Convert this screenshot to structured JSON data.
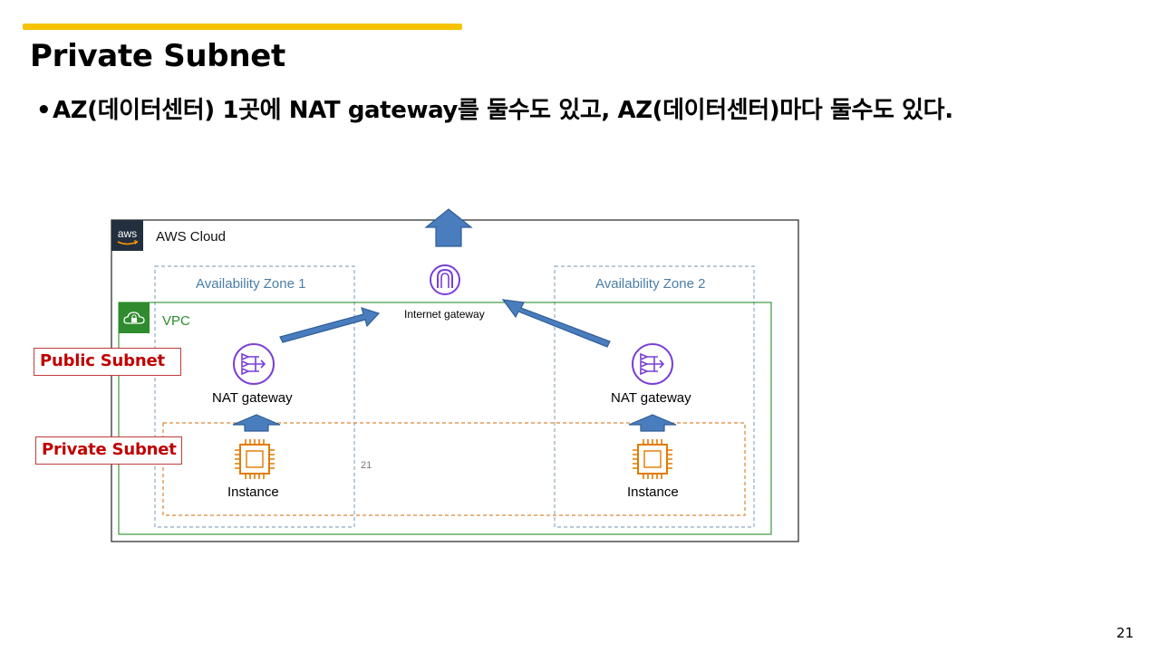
{
  "slide": {
    "title": "Private Subnet",
    "bullet": "AZ(데이터센터) 1곳에 NAT gateway를 둘수도 있고, AZ(데이터센터)마다 둘수도 있다.",
    "page_number": "21"
  },
  "diagram": {
    "aws_cloud_label": "AWS Cloud",
    "aws_logo_text": "aws",
    "availability_zone_1": "Availability Zone 1",
    "availability_zone_2": "Availability Zone 2",
    "vpc_label": "VPC",
    "internet_gateway_label": "Internet gateway",
    "nat_gateway_1_label": "NAT gateway",
    "nat_gateway_2_label": "NAT gateway",
    "instance_1_label": "Instance",
    "instance_2_label": "Instance",
    "inner_number": "21",
    "public_subnet_tag": "Public Subnet",
    "private_subnet_tag": "Private Subnet"
  },
  "colors": {
    "accent": "#f6c200",
    "az_border": "#8fa9bf",
    "az_text": "#4a7ea8",
    "vpc_green": "#2e8b2e",
    "private_subnet_border": "#d9863a",
    "nat_purple": "#7a3fd6",
    "instance_orange": "#e07b00",
    "arrow_blue": "#4a7dbd",
    "tag_red": "#c00000"
  },
  "icons": [
    "aws-logo-icon",
    "vpc-lock-cloud-icon",
    "internet-gateway-icon",
    "nat-gateway-icon",
    "ec2-instance-icon",
    "up-arrow-icon"
  ]
}
